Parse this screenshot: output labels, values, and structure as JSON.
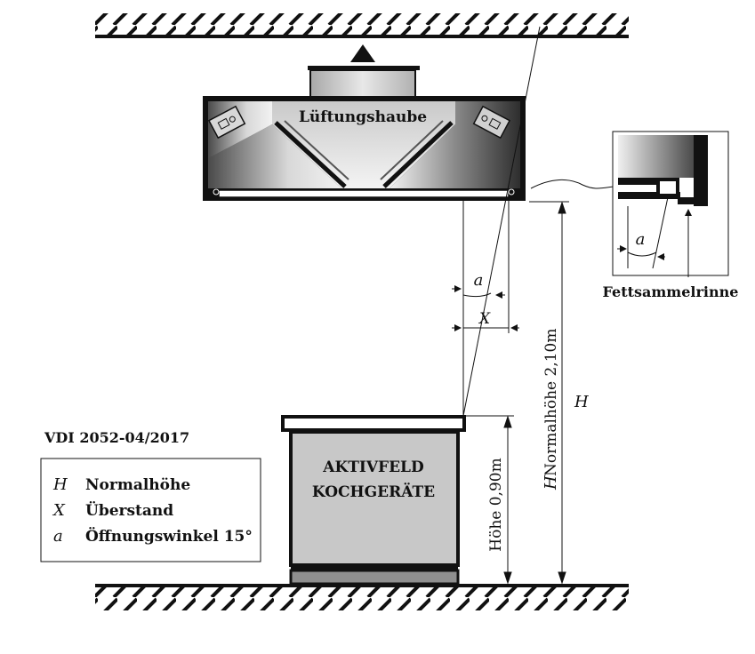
{
  "hood": {
    "label": "Lüftungshaube"
  },
  "cooktop": {
    "line1": "AKTIVFELD",
    "line2": "KOCHGERÄTE"
  },
  "dimensions": {
    "angle_symbol": "a",
    "overhang_symbol": "X",
    "height_symbol": "H",
    "normal_height_symbol": "H",
    "normal_height_text": "Normalhöhe 2,10m",
    "cooktop_height_text": "Höhe 0,90m"
  },
  "detail": {
    "angle_symbol": "a",
    "grease_label": "Fettsammelrinne"
  },
  "standard": "VDI 2052-04/2017",
  "legend": [
    {
      "symbol": "H",
      "text": "Normalhöhe"
    },
    {
      "symbol": "X",
      "text": "Überstand"
    },
    {
      "symbol": "a",
      "text": "Öffnungswinkel 15°"
    }
  ],
  "colors": {
    "line": "#111111",
    "hood_light": "#e6e6e6",
    "hood_dark": "#3a3a3a",
    "cooktop_fill": "#c8c8c8"
  }
}
